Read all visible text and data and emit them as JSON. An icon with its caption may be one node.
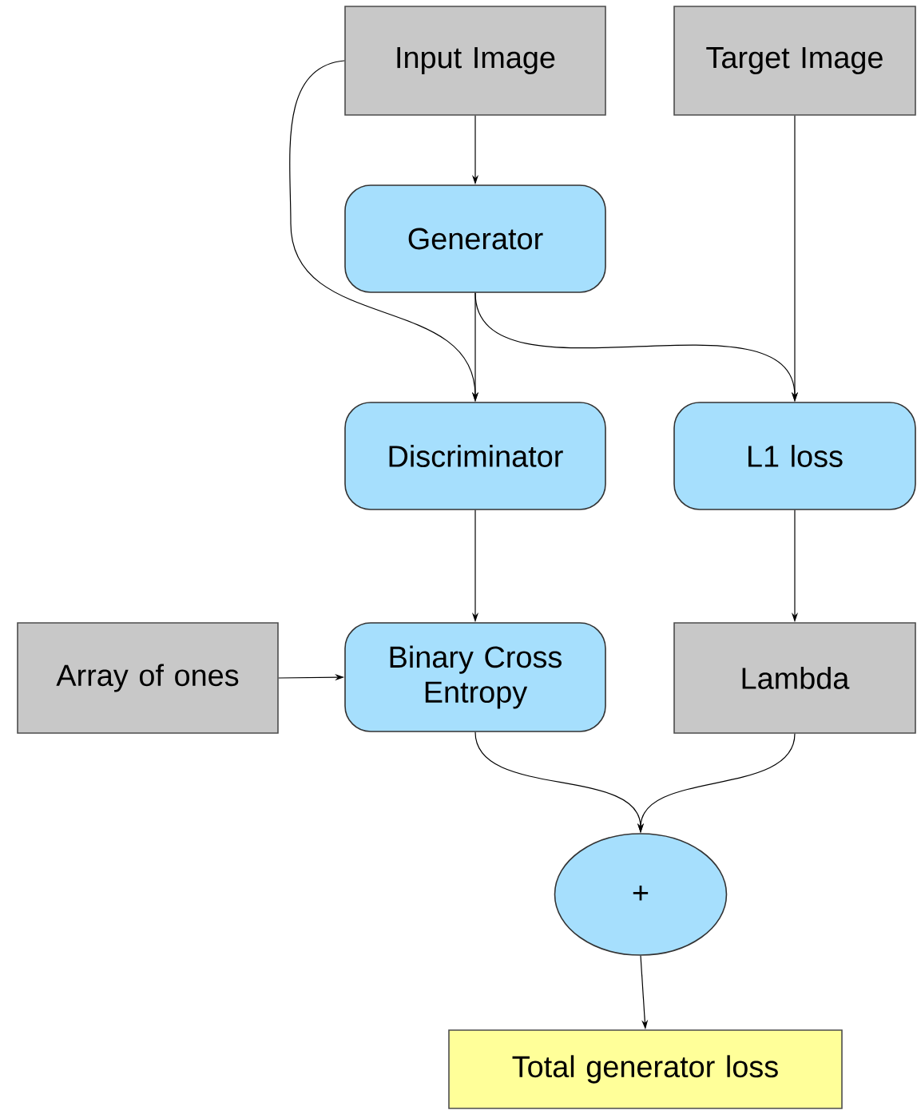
{
  "diagram": {
    "nodes": [
      {
        "text": [
          "Input Image"
        ]
      },
      {
        "text": [
          "Target Image"
        ]
      },
      {
        "text": [
          "Generator"
        ]
      },
      {
        "text": [
          "Discriminator"
        ]
      },
      {
        "text": [
          "L1 loss"
        ]
      },
      {
        "text": [
          "Array of ones"
        ]
      },
      {
        "text": [
          "Binary Cross Entropy"
        ]
      },
      {
        "text": [
          "Lambda"
        ]
      },
      {
        "text": [
          "+"
        ]
      },
      {
        "text": [
          "Total generator loss"
        ]
      }
    ],
    "edges": [
      {
        "from": 0,
        "to": 2,
        "arrow": "to"
      },
      {
        "from": 0,
        "to": 3,
        "arrow": "to"
      },
      {
        "from": 2,
        "to": 3,
        "arrow": "to"
      },
      {
        "from": 2,
        "to": 4,
        "arrow": "to"
      },
      {
        "from": 1,
        "to": 4,
        "arrow": "to"
      },
      {
        "from": 3,
        "to": 6,
        "arrow": "to"
      },
      {
        "from": 5,
        "to": 6,
        "arrow": "to"
      },
      {
        "from": 4,
        "to": 7,
        "arrow": "to"
      },
      {
        "from": 6,
        "to": 8,
        "arrow": "to"
      },
      {
        "from": 7,
        "to": 8,
        "arrow": "to"
      },
      {
        "from": 8,
        "to": 9,
        "arrow": "to"
      }
    ]
  }
}
